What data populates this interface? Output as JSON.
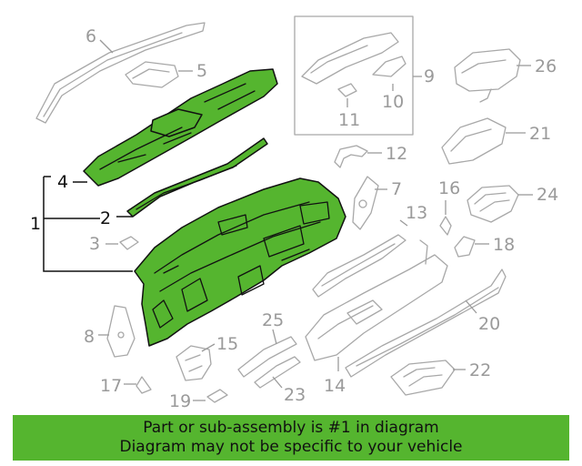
{
  "diagram": {
    "callouts": {
      "c1": "1",
      "c2": "2",
      "c3": "3",
      "c4": "4",
      "c5": "5",
      "c6": "6",
      "c7": "7",
      "c8": "8",
      "c9": "9",
      "c10": "10",
      "c11": "11",
      "c12": "12",
      "c13": "13",
      "c14": "14",
      "c15": "15",
      "c16": "16",
      "c17": "17",
      "c18": "18",
      "c19": "19",
      "c20": "20",
      "c21": "21",
      "c22": "22",
      "c23": "23",
      "c24": "24",
      "c25": "25",
      "c26": "26"
    },
    "highlight_color": "#55b52f",
    "outline_color": "#a8a8a8"
  },
  "banner": {
    "line1": "Part or sub-assembly is #1 in diagram",
    "line2": "Diagram may not be specific to your vehicle",
    "color": "#55b52f"
  }
}
